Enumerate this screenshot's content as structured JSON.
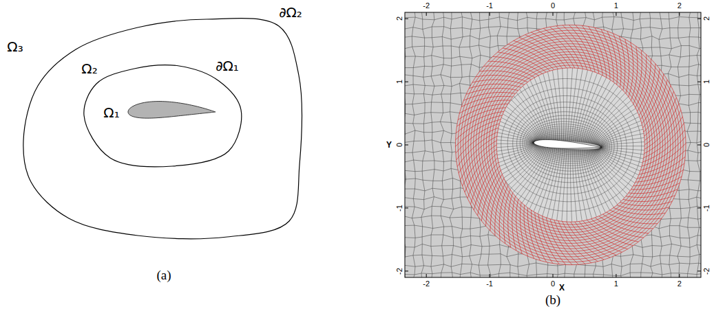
{
  "diagram": {
    "nodes": [
      {
        "text": [
          "Ω₂",
          "∂Ω₂"
        ]
      },
      {
        "text": [
          "Ω₁",
          "∂Ω₁"
        ],
        "in": 0
      }
    ],
    "labels": [
      "Ω₃",
      "(a)",
      "-2",
      "-1",
      "0",
      "1",
      "2",
      "2",
      "1",
      "0",
      "-1",
      "-2",
      "Y",
      "2",
      "1",
      "0",
      "-1",
      "-2",
      "-2",
      "-1",
      "0",
      "1",
      "2",
      "X",
      "(b)"
    ]
  }
}
